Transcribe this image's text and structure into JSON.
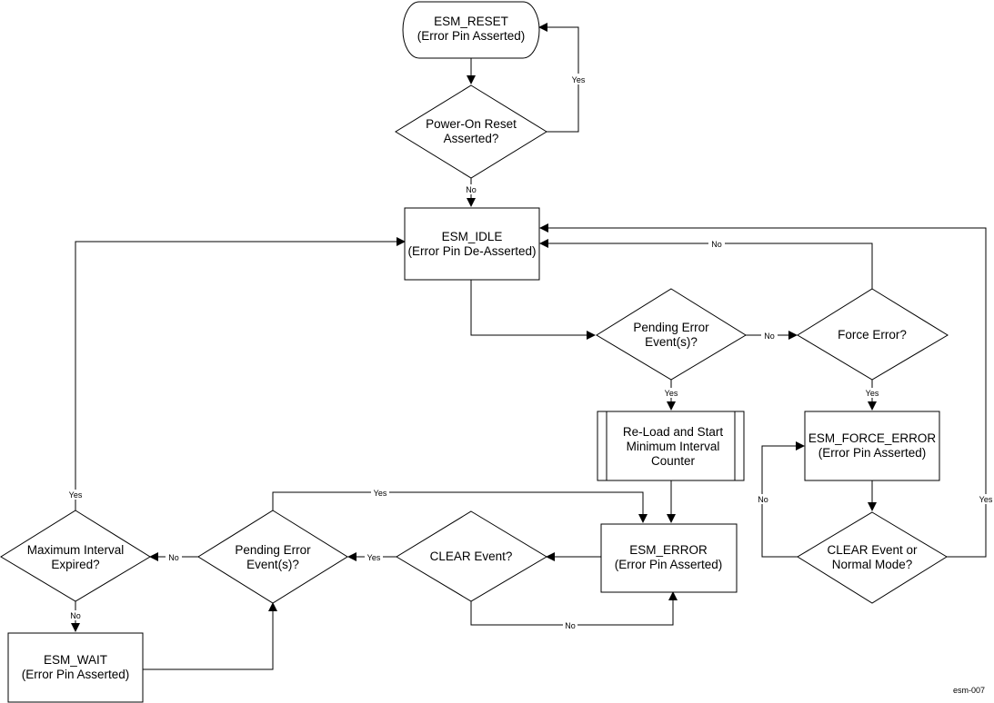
{
  "nodes": {
    "esm_reset": [
      "ESM_RESET",
      "(Error Pin Asserted)"
    ],
    "por_asserted": [
      "Power-On Reset",
      "Asserted?"
    ],
    "esm_idle": [
      "ESM_IDLE",
      "(Error Pin De-Asserted)"
    ],
    "pending_error_1": [
      "Pending Error",
      "Event(s)?"
    ],
    "force_error": [
      "Force Error?"
    ],
    "reload_counter": [
      "Re-Load and Start",
      "Minimum Interval",
      "Counter"
    ],
    "esm_force_error": [
      "ESM_FORCE_ERROR",
      "(Error Pin Asserted)"
    ],
    "esm_error": [
      "ESM_ERROR",
      "(Error Pin Asserted)"
    ],
    "clear_event": [
      "CLEAR Event?"
    ],
    "clear_or_normal": [
      "CLEAR Event or",
      "Normal Mode?"
    ],
    "pending_error_2": [
      "Pending Error",
      "Event(s)?"
    ],
    "max_interval": [
      "Maximum Interval",
      "Expired?"
    ],
    "esm_wait": [
      "ESM_WAIT",
      "(Error Pin Asserted)"
    ]
  },
  "edge_labels": {
    "yes": "Yes",
    "no": "No"
  },
  "figure_id": "esm-007"
}
